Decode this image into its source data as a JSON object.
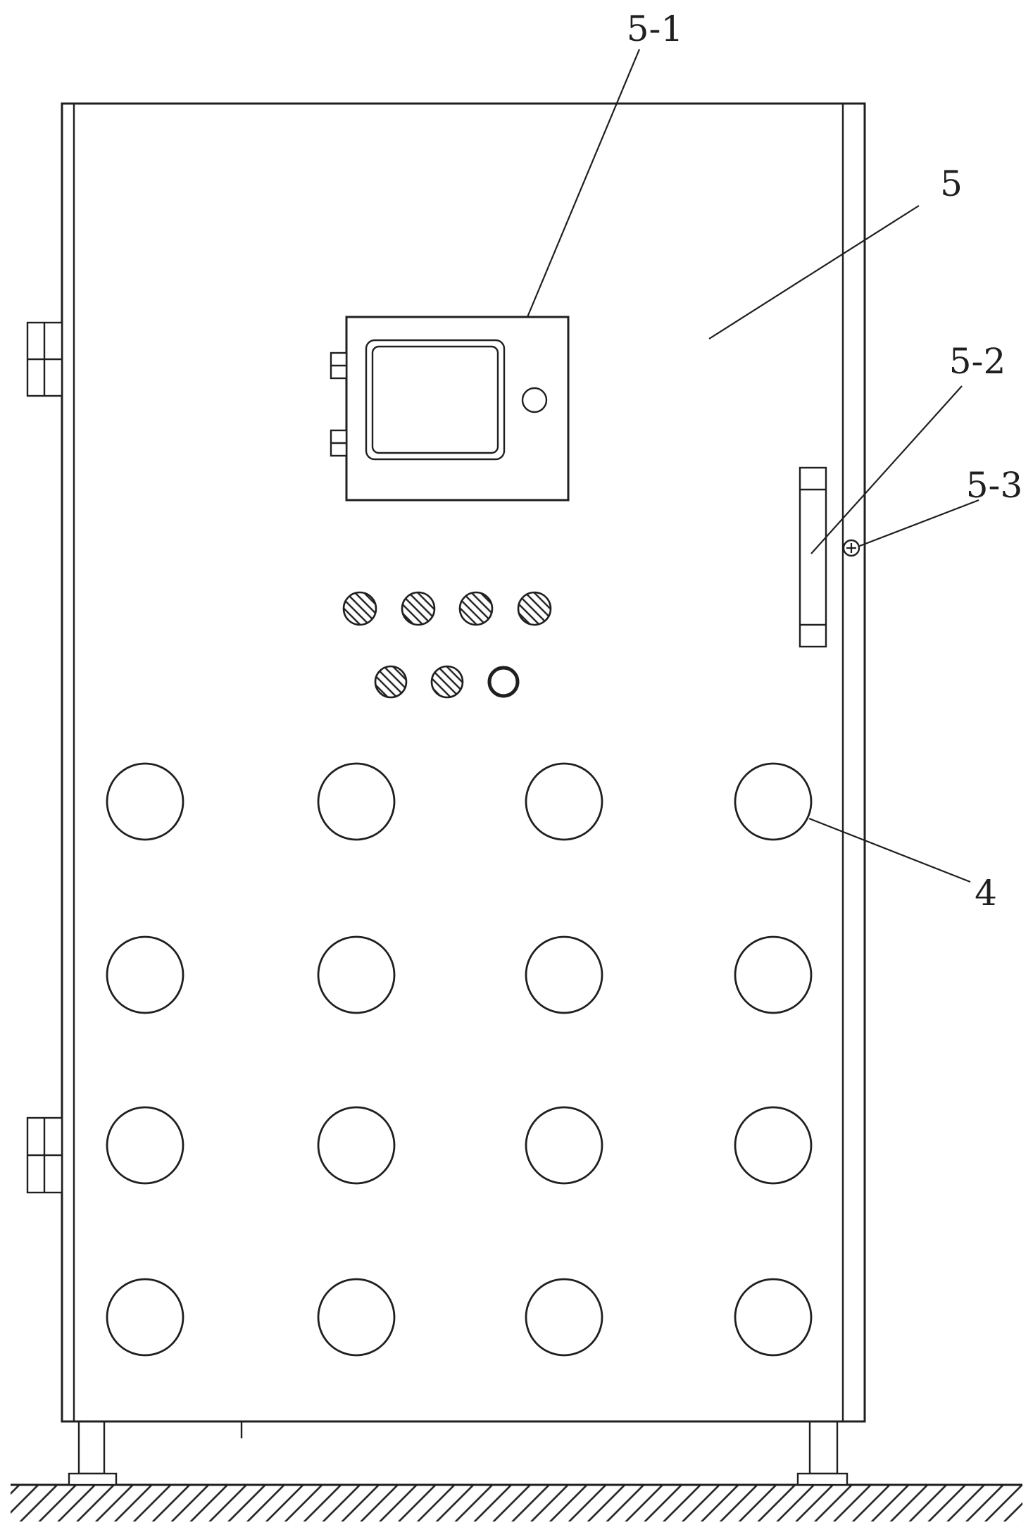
{
  "figure": {
    "background_color": "#ffffff",
    "line_color": "#1f1f1f"
  },
  "labels": {
    "control_panel": "5-1",
    "door_panel": "5",
    "handle": "5-2",
    "lock": "5-3",
    "hole": "4"
  }
}
